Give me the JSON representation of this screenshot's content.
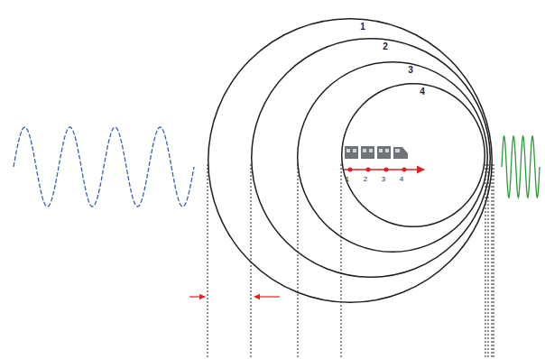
{
  "diagram": {
    "nodes": [
      {
        "text": [
          "1"
        ]
      },
      {
        "text": [
          "2"
        ],
        "in": 0
      },
      {
        "text": [
          "3"
        ],
        "in": 1
      },
      {
        "text": [
          "4"
        ],
        "in": 2
      }
    ],
    "labels": [
      "1",
      "2",
      "3",
      "4"
    ]
  }
}
